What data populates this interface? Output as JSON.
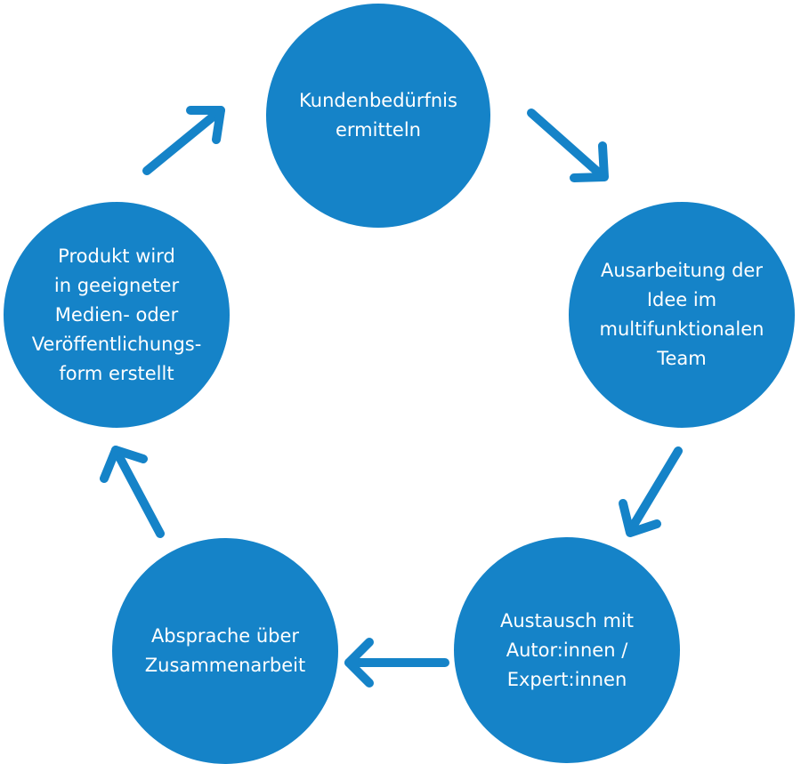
{
  "colors": {
    "node_fill": "#1583c8",
    "arrow": "#1583c8",
    "text": "#ffffff",
    "background": "#ffffff"
  },
  "nodes": [
    {
      "id": "n1",
      "label": "Kundenbedürfnis\nermitteln"
    },
    {
      "id": "n2",
      "label": "Ausarbeitung der\nIdee im\nmultifunktionalen\nTeam"
    },
    {
      "id": "n3",
      "label": "Austausch mit\nAutor:innen /\nExpert:innen"
    },
    {
      "id": "n4",
      "label": "Absprache über\nZusammenarbeit"
    },
    {
      "id": "n5",
      "label": "Produkt wird\nin geeigneter\nMedien- oder\nVeröffentlichungs-\nform erstellt"
    }
  ],
  "edges": [
    {
      "from": "n1",
      "to": "n2",
      "icon": "arrow-down-right-icon"
    },
    {
      "from": "n2",
      "to": "n3",
      "icon": "arrow-down-left-icon"
    },
    {
      "from": "n3",
      "to": "n4",
      "icon": "arrow-left-icon"
    },
    {
      "from": "n4",
      "to": "n5",
      "icon": "arrow-up-left-icon"
    },
    {
      "from": "n5",
      "to": "n1",
      "icon": "arrow-up-right-icon"
    }
  ]
}
